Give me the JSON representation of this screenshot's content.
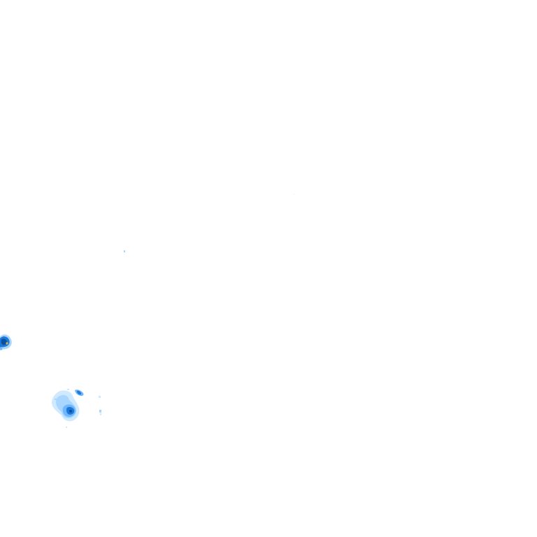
{
  "layer": {
    "type": "precipitation-radar-overlay",
    "palette": {
      "very_light": "#cfe9ff",
      "light": "#a9d6ff",
      "moderate": "#6fb6ff",
      "heavy": "#1e78d7",
      "very_heavy": "#0b4f9e",
      "extreme": "#d6b25a"
    },
    "echo_cells": [
      {
        "name": "echo-cell-west-edge",
        "intensity": "very_heavy"
      },
      {
        "name": "echo-cluster-southwest",
        "intensity": "heavy"
      },
      {
        "name": "echo-speck-northeast",
        "intensity": "very_light"
      },
      {
        "name": "echo-speck-center",
        "intensity": "light"
      }
    ]
  }
}
